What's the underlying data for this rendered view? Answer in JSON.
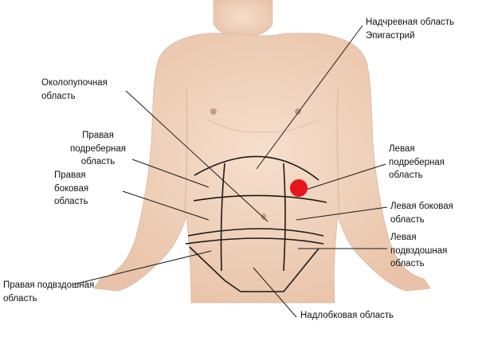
{
  "labels": {
    "epigastric": [
      "Надчревная область",
      "Эпигастрий"
    ],
    "umbilical": [
      "Околопупочная",
      "область"
    ],
    "right_hypochondriac": [
      "Правая",
      "подреберная",
      "область"
    ],
    "right_lumbar": [
      "Правая",
      "боковая",
      "область"
    ],
    "right_iliac": [
      "Правая подвздошная",
      "область"
    ],
    "left_hypochondriac": [
      "Левая",
      "подреберная",
      "область"
    ],
    "left_lumbar": [
      "Левая боковая",
      "область"
    ],
    "left_iliac": [
      "Левая",
      "подвздошная",
      "область"
    ],
    "hypogastric": [
      "Надлобковая область"
    ]
  },
  "colors": {
    "skin": "#f3d7c1",
    "skin_shadow": "#e3bda4",
    "lines": "#1a1a1a",
    "marker": "#e8141c"
  }
}
